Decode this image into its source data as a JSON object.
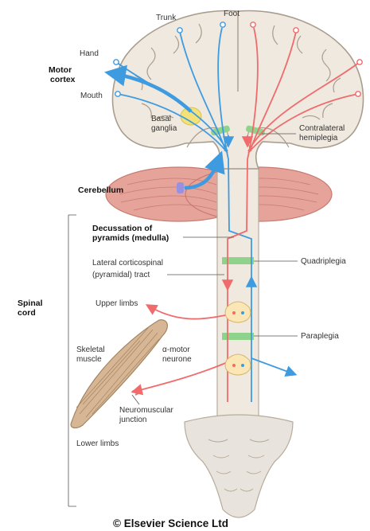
{
  "labels": {
    "trunk": "Trunk",
    "foot": "Foot",
    "hand": "Hand",
    "motor_cortex_1": "Motor",
    "motor_cortex_2": "cortex",
    "mouth": "Mouth",
    "basal_1": "Basal",
    "basal_2": "ganglia",
    "contralateral_1": "Contralateral",
    "contralateral_2": "hemiplegia",
    "cerebellum": "Cerebellum",
    "decussation_1": "Decussation of",
    "decussation_2": "pyramids (medulla)",
    "quadriplegia": "Quadriplegia",
    "lateral_1": "Lateral corticospinal",
    "lateral_2": "(pyramidal) tract",
    "spinal_1": "Spinal",
    "spinal_2": "cord",
    "upper_limbs": "Upper limbs",
    "paraplegia": "Paraplegia",
    "skeletal_1": "Skeletal",
    "skeletal_2": "muscle",
    "alpha_1": "α-motor",
    "alpha_2": "neurone",
    "neuromuscular_1": "Neuromuscular",
    "neuromuscular_2": "junction",
    "lower_limbs": "Lower limbs"
  },
  "credit": "© Elsevier Science Ltd",
  "colors": {
    "motor_pathway": "#f06b6b",
    "sensory_pathway": "#3f9be0",
    "lesion": "#8fd28b",
    "brain_fill": "#efe9e0",
    "cerebellum_fill": "#e6a39a",
    "basal_ganglia": "#f3e27a",
    "bone_fill": "#e8e3dc"
  }
}
